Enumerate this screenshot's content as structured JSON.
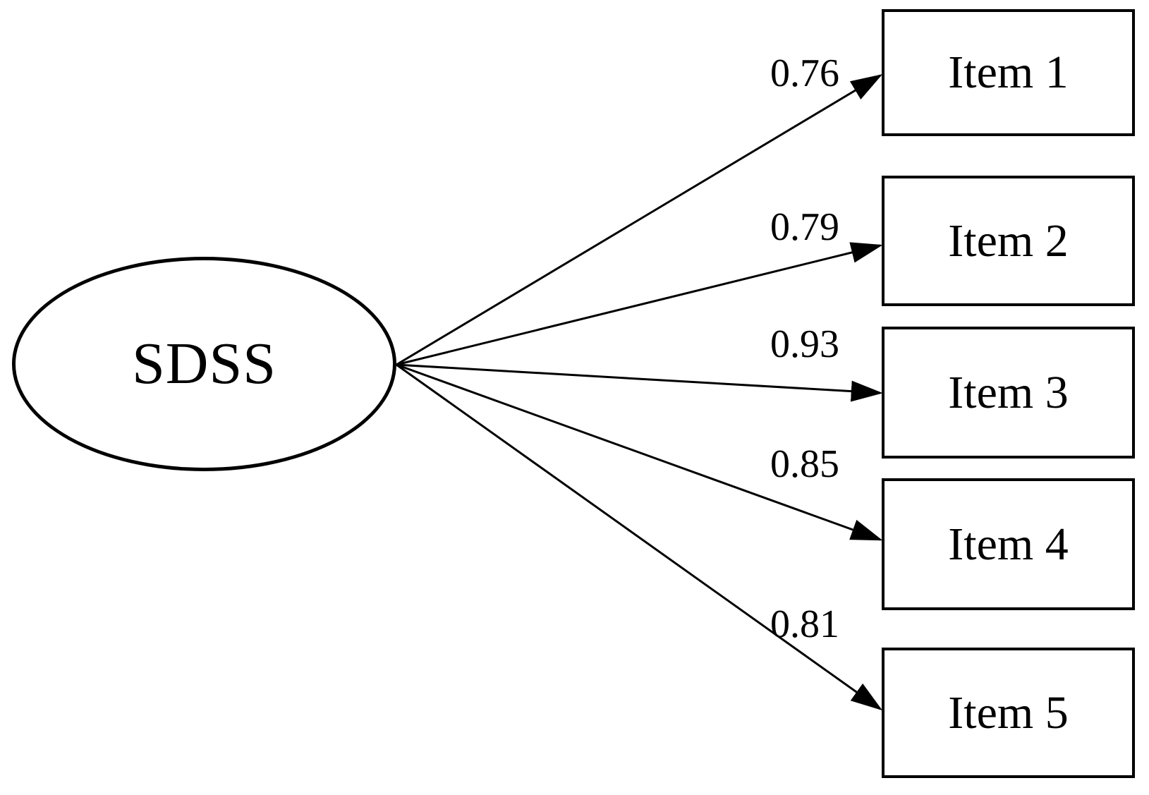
{
  "diagram": {
    "type": "factor-loading-path-diagram",
    "latent": {
      "label": "SDSS"
    },
    "items": [
      {
        "label": "Item 1",
        "loading": "0.76"
      },
      {
        "label": "Item 2",
        "loading": "0.79"
      },
      {
        "label": "Item 3",
        "loading": "0.93"
      },
      {
        "label": "Item 4",
        "loading": "0.85"
      },
      {
        "label": "Item 5",
        "loading": "0.81"
      }
    ],
    "colors": {
      "stroke": "#000000",
      "background": "#ffffff"
    }
  }
}
